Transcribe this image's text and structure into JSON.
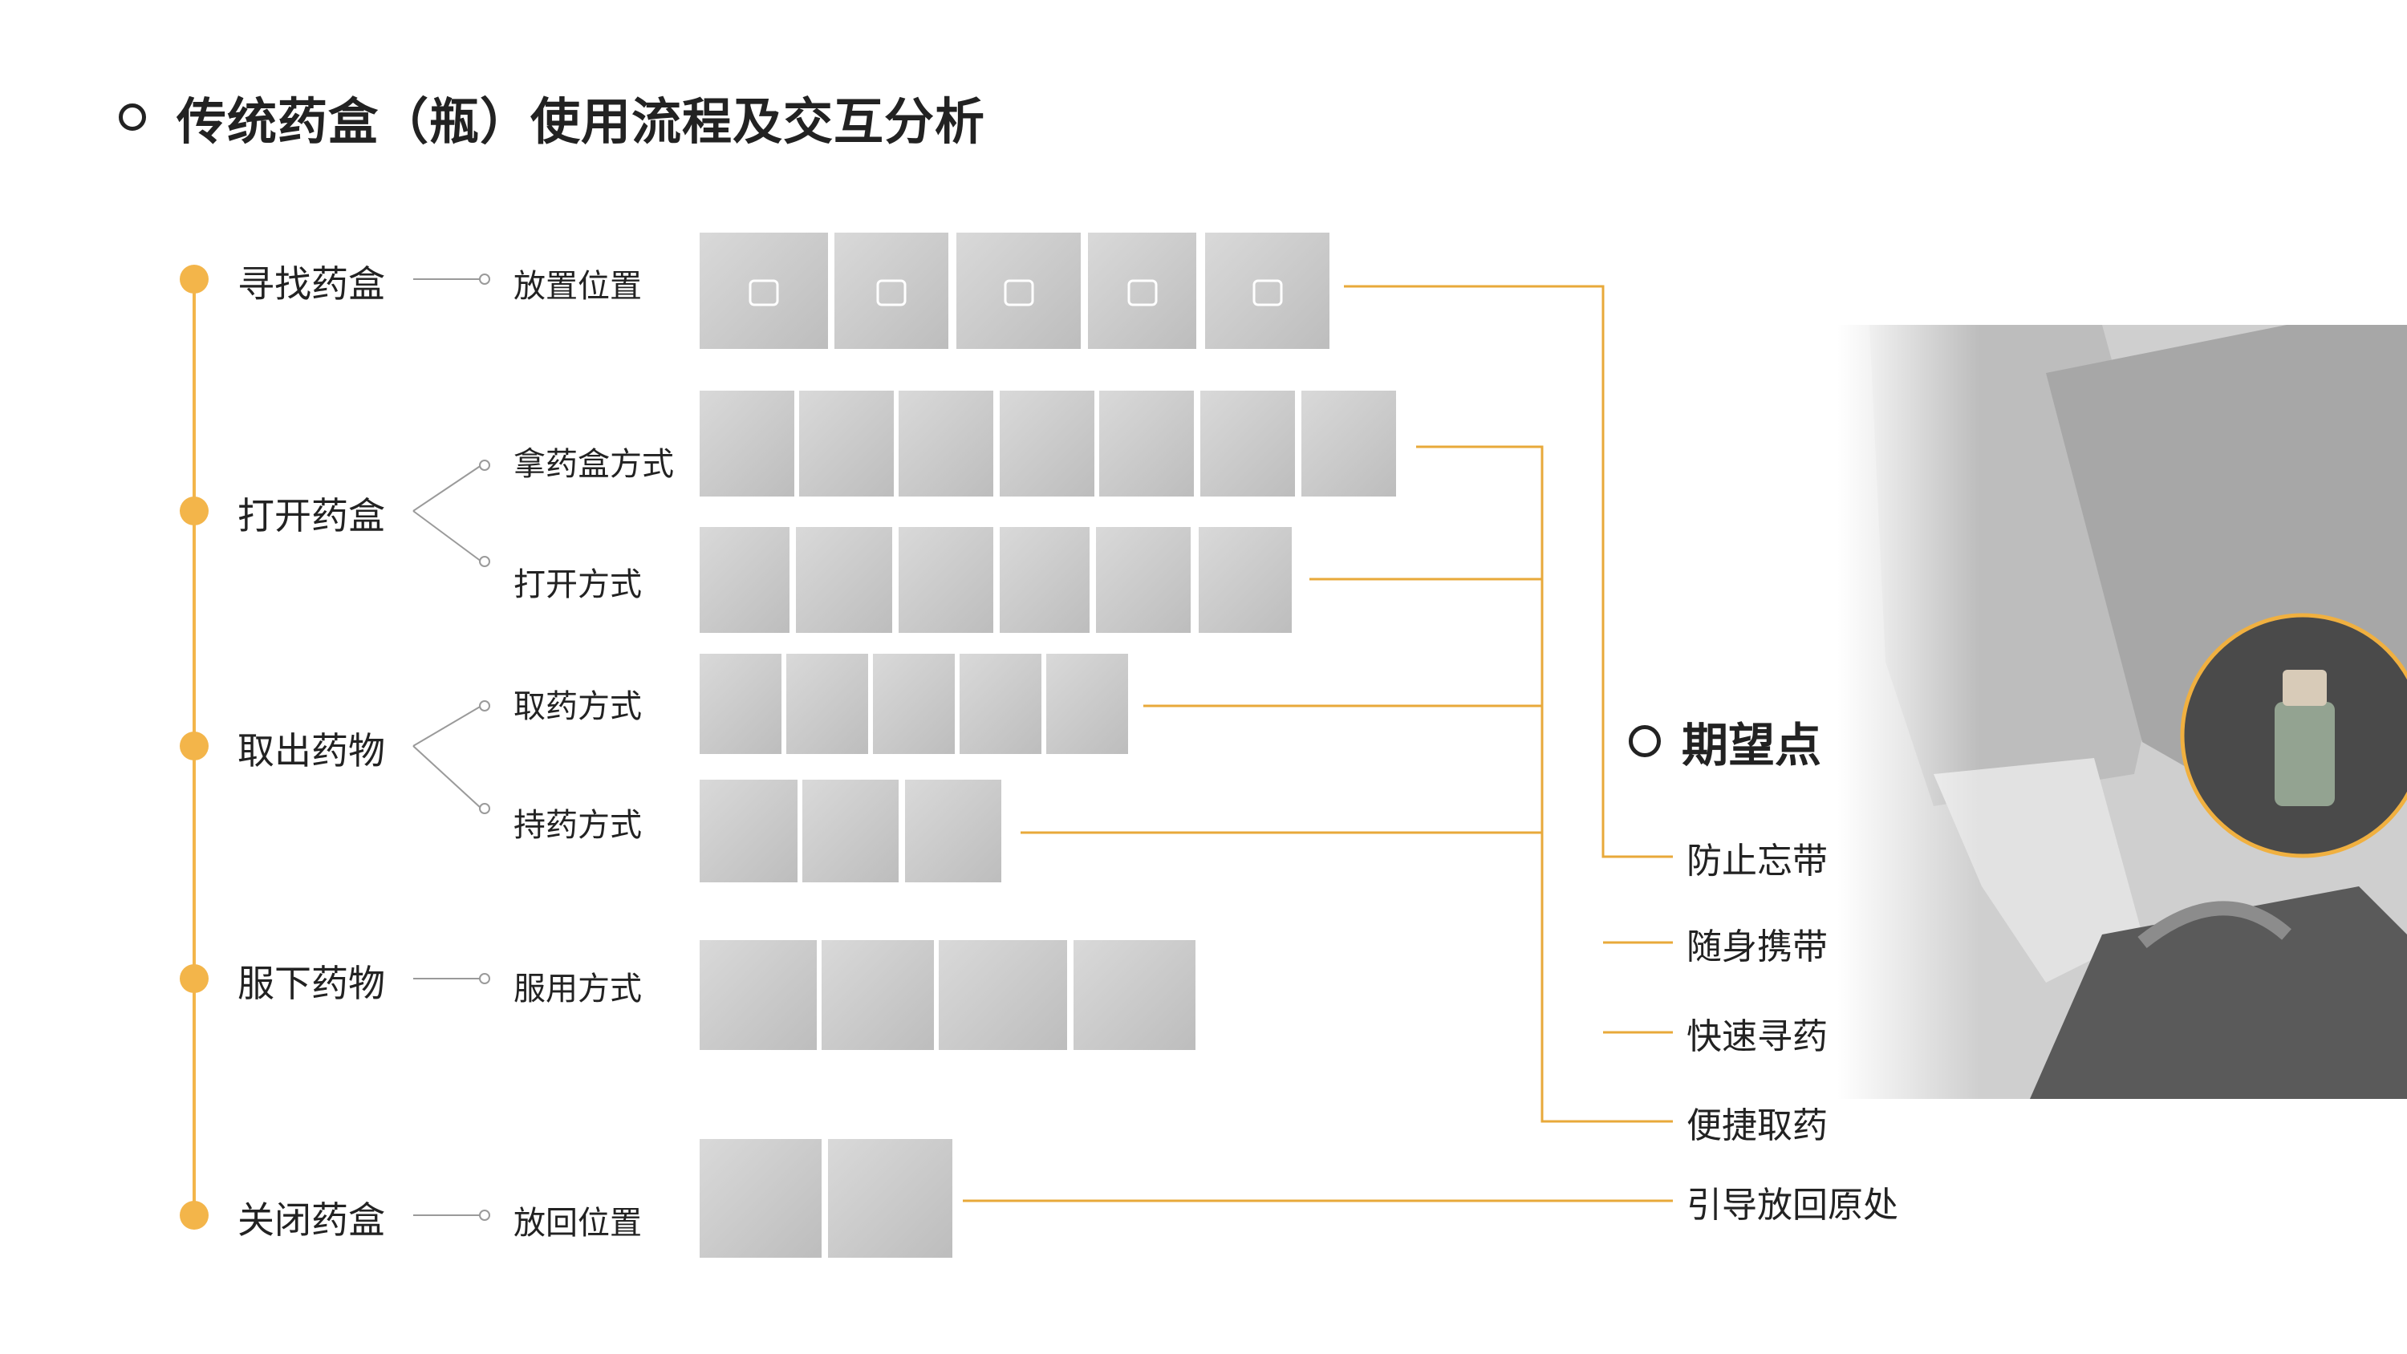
{
  "title": "传统药盒（瓶）使用流程及交互分析",
  "steps": [
    {
      "label": "寻找药盒",
      "subs": [
        {
          "label": "放置位置",
          "photo_count": 5
        }
      ]
    },
    {
      "label": "打开药盒",
      "subs": [
        {
          "label": "拿药盒方式",
          "photo_count": 7
        },
        {
          "label": "打开方式",
          "photo_count": 6
        }
      ]
    },
    {
      "label": "取出药物",
      "subs": [
        {
          "label": "取药方式",
          "photo_count": 5
        },
        {
          "label": "持药方式",
          "photo_count": 3
        }
      ]
    },
    {
      "label": "服下药物",
      "subs": [
        {
          "label": "服用方式",
          "photo_count": 4
        }
      ]
    },
    {
      "label": "关闭药盒",
      "subs": [
        {
          "label": "放回位置",
          "photo_count": 2
        }
      ]
    }
  ],
  "expectations": {
    "title": "期望点",
    "items": [
      "防止忘带",
      "随身携带",
      "快速寻药",
      "便捷取药",
      "引导放回原处"
    ]
  },
  "colors": {
    "accent": "#f3b54a",
    "connector": "#e8a93a",
    "text": "#222222",
    "photo": "#cfcfcf"
  },
  "icons": [
    "ring-bullet-icon",
    "timeline-dot-icon",
    "photo-placeholder-icon"
  ]
}
